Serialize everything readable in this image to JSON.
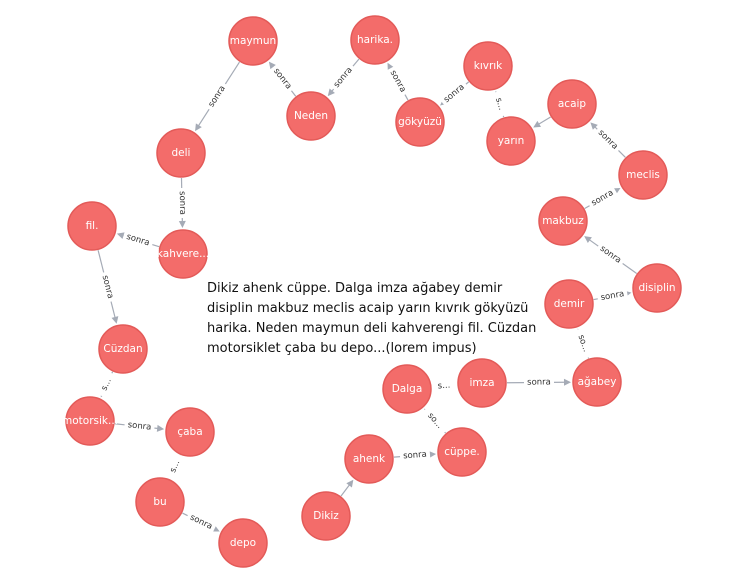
{
  "caption": "Dikiz ahenk cüppe. Dalga imza ağabey demir disiplin makbuz meclis acaip yarın kıvrık gökyüzü harika. Neden maymun deli kahverengi fil. Cüzdan motorsiklet çaba bu depo...(lorem impus)",
  "colors": {
    "node": "#f36c6a",
    "edge": "#a5abb6"
  },
  "nodes": [
    {
      "id": "dikiz",
      "label": "Dikiz"
    },
    {
      "id": "ahenk",
      "label": "ahenk"
    },
    {
      "id": "cuppe",
      "label": "cüppe."
    },
    {
      "id": "dalga",
      "label": "Dalga"
    },
    {
      "id": "imza",
      "label": "imza"
    },
    {
      "id": "agabey",
      "label": "ağabey"
    },
    {
      "id": "demir",
      "label": "demir"
    },
    {
      "id": "disiplin",
      "label": "disiplin"
    },
    {
      "id": "makbuz",
      "label": "makbuz"
    },
    {
      "id": "meclis",
      "label": "meclis"
    },
    {
      "id": "acaip",
      "label": "acaip"
    },
    {
      "id": "yarin",
      "label": "yarın"
    },
    {
      "id": "kivrik",
      "label": "kıvrık"
    },
    {
      "id": "gokyuzu",
      "label": "gökyüzü"
    },
    {
      "id": "harika",
      "label": "harika."
    },
    {
      "id": "neden",
      "label": "Neden"
    },
    {
      "id": "maymun",
      "label": "maymun"
    },
    {
      "id": "deli",
      "label": "deli"
    },
    {
      "id": "kahverengi",
      "label": "kahvere..."
    },
    {
      "id": "fil",
      "label": "fil."
    },
    {
      "id": "cuzdan",
      "label": "Cüzdan"
    },
    {
      "id": "motorsiklet",
      "label": "motorsik..."
    },
    {
      "id": "caba",
      "label": "çaba"
    },
    {
      "id": "bu",
      "label": "bu"
    },
    {
      "id": "depo",
      "label": "depo"
    }
  ],
  "edges": [
    {
      "from": "dikiz",
      "to": "ahenk",
      "label": ""
    },
    {
      "from": "ahenk",
      "to": "cuppe",
      "label": "sonra"
    },
    {
      "from": "cuppe",
      "to": "dalga",
      "label": "so..."
    },
    {
      "from": "dalga",
      "to": "imza",
      "label": "s..."
    },
    {
      "from": "imza",
      "to": "agabey",
      "label": "sonra"
    },
    {
      "from": "agabey",
      "to": "demir",
      "label": "so..."
    },
    {
      "from": "demir",
      "to": "disiplin",
      "label": "sonra"
    },
    {
      "from": "disiplin",
      "to": "makbuz",
      "label": "sonra"
    },
    {
      "from": "makbuz",
      "to": "meclis",
      "label": "sonra"
    },
    {
      "from": "meclis",
      "to": "acaip",
      "label": "sonra"
    },
    {
      "from": "acaip",
      "to": "yarin",
      "label": ""
    },
    {
      "from": "yarin",
      "to": "kivrik",
      "label": "s..."
    },
    {
      "from": "kivrik",
      "to": "gokyuzu",
      "label": "sonra"
    },
    {
      "from": "gokyuzu",
      "to": "harika",
      "label": "sonra"
    },
    {
      "from": "harika",
      "to": "neden",
      "label": "sonra"
    },
    {
      "from": "neden",
      "to": "maymun",
      "label": "sonra"
    },
    {
      "from": "maymun",
      "to": "deli",
      "label": "sonra"
    },
    {
      "from": "deli",
      "to": "kahverengi",
      "label": "sonra"
    },
    {
      "from": "kahverengi",
      "to": "fil",
      "label": "sonra"
    },
    {
      "from": "fil",
      "to": "cuzdan",
      "label": "sonra"
    },
    {
      "from": "cuzdan",
      "to": "motorsiklet",
      "label": "s..."
    },
    {
      "from": "motorsiklet",
      "to": "caba",
      "label": "sonra"
    },
    {
      "from": "caba",
      "to": "bu",
      "label": "s..."
    },
    {
      "from": "bu",
      "to": "depo",
      "label": "sonra"
    }
  ]
}
